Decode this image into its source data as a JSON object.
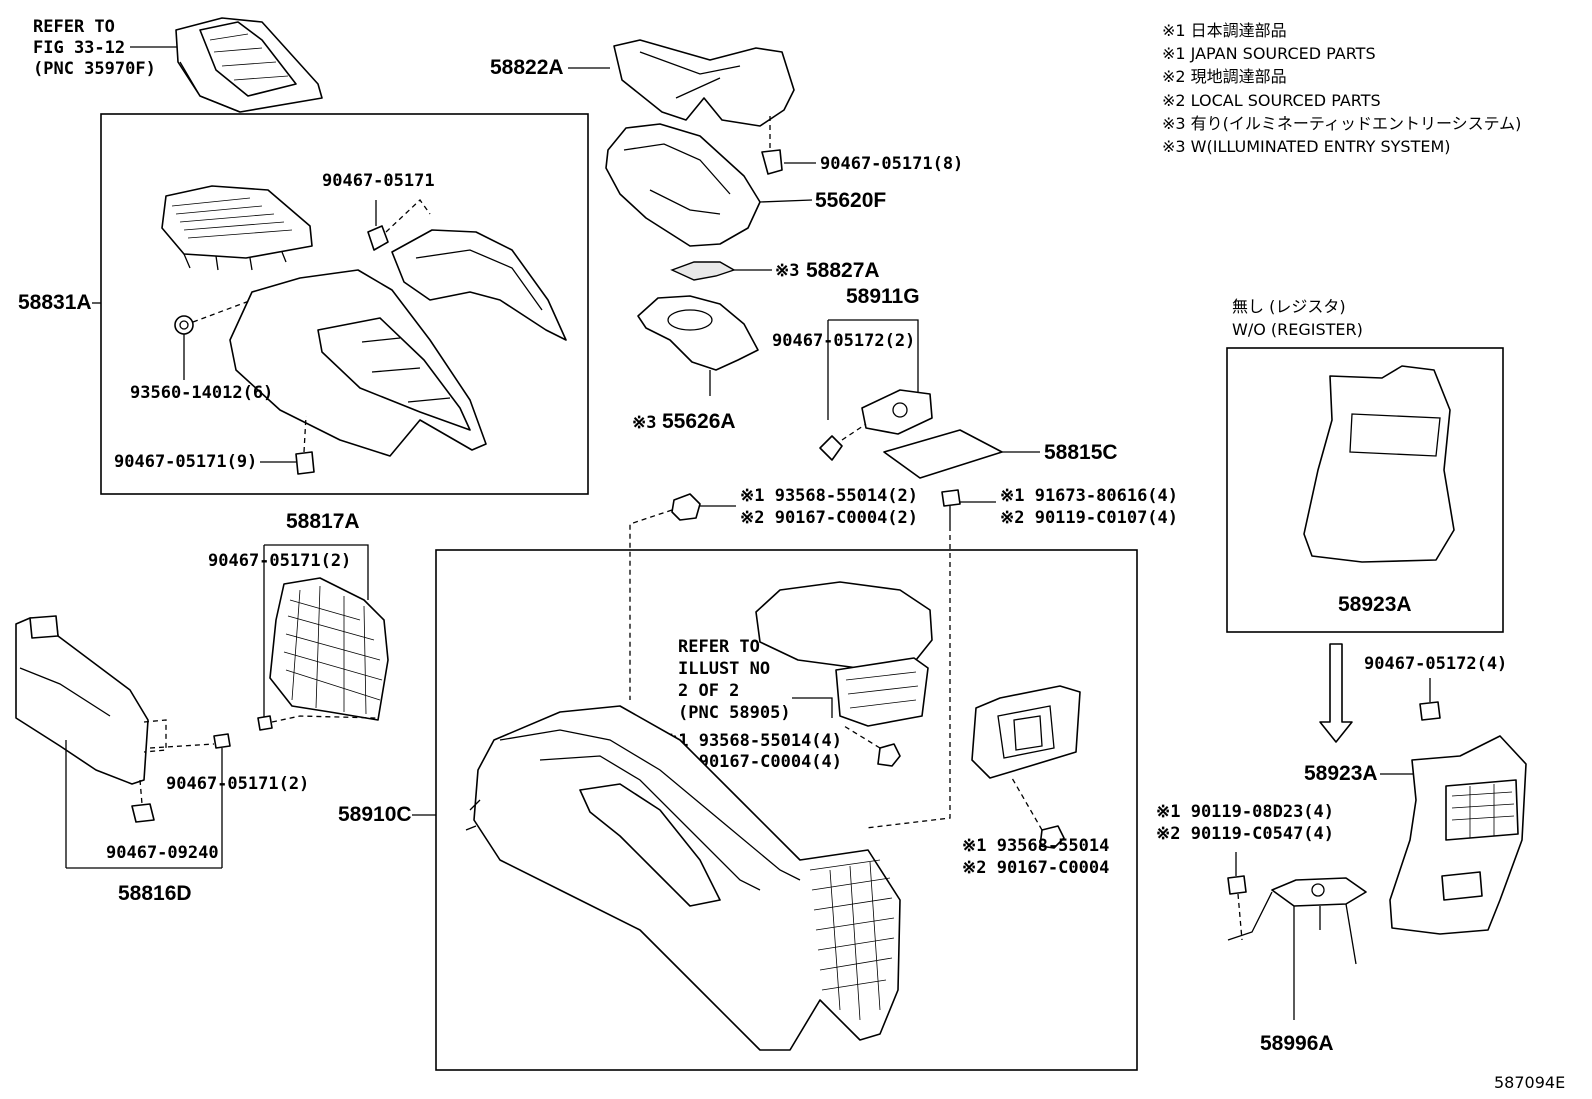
{
  "legend": [
    "※1 日本調達部品",
    "※1 JAPAN SOURCED PARTS",
    "※2 現地調達部品",
    "※2 LOCAL SOURCED PARTS",
    "※3 有り(イルミネーティッドエントリーシステム)",
    "※3 W(ILLUMINATED ENTRY SYSTEM)"
  ],
  "refer_top": [
    "REFER TO",
    "FIG 33-12",
    "(PNC 35970F)"
  ],
  "refer_mid": [
    "REFER TO",
    "ILLUST NO",
    "2 OF 2",
    "(PNC 58905)"
  ],
  "register_note": [
    "無し (レジスタ)",
    "W/O (REGISTER)"
  ],
  "labels": {
    "p58822A": "58822A",
    "p90467_05171_8": "90467-05171(8)",
    "p55620F": "55620F",
    "p58827A_prefix": "※3",
    "p58827A": "58827A",
    "p58911G": "58911G",
    "p90467_05172_2": "90467-05172(2)",
    "p55626A_prefix": "※3",
    "p55626A": "55626A",
    "p58815C": "58815C",
    "p58831A": "58831A",
    "p90467_05171_top": "90467-05171",
    "p93560_14012": "93560-14012(6)",
    "p90467_05171_9": "90467-05171(9)",
    "p58817A": "58817A",
    "p90467_05171_2a": "90467-05171(2)",
    "p90467_05171_2b": "90467-05171(2)",
    "p90467_09240": "90467-09240",
    "p58816D": "58816D",
    "p93568_55014_2": "※1 93568-55014(2)",
    "p90167_C0004_2": "※2 90167-C0004(2)",
    "p91673_80616": "※1 91673-80616(4)",
    "p90119_C0107": "※2 90119-C0107(4)",
    "p93568_55014_4": "※1 93568-55014(4)",
    "p90167_C0004_4": "※2 90167-C0004(4)",
    "p58910C": "58910C",
    "p93568_55014": "※1 93568-55014",
    "p90167_C0004": "※2 90167-C0004",
    "p58923A_box": "58923A",
    "p90467_05172_4": "90467-05172(4)",
    "p58923A": "58923A",
    "p90119_08D23": "※1 90119-08D23(4)",
    "p90119_C0547": "※2 90119-C0547(4)",
    "p58996A": "58996A"
  },
  "diagram_id": "587094E"
}
